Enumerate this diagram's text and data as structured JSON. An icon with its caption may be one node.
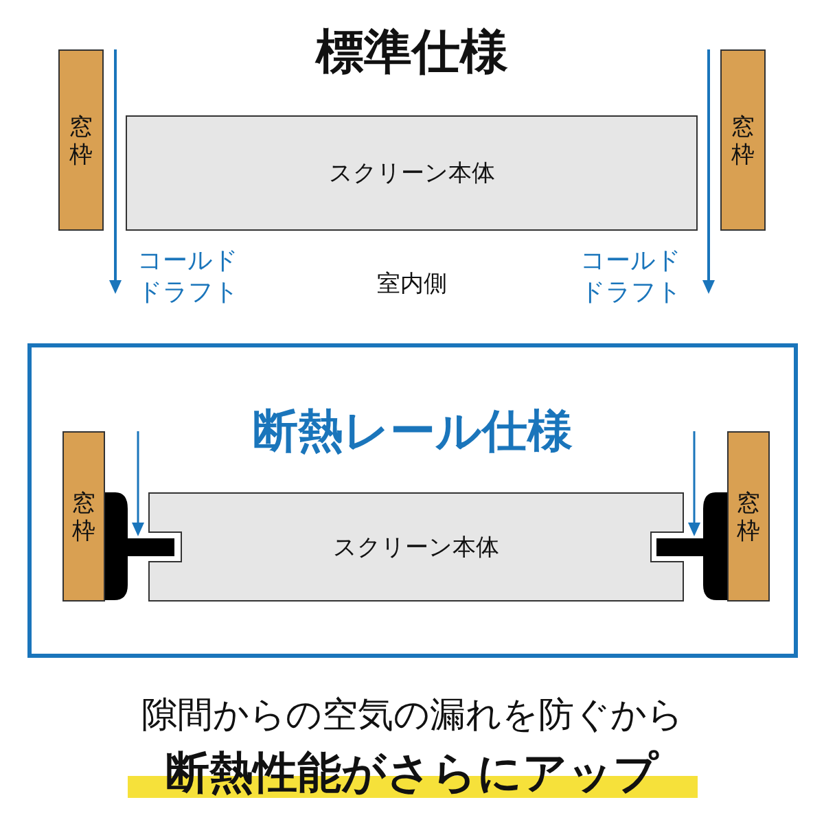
{
  "diagram": {
    "nodes": [
      {
        "text": [
          "窓枠"
        ]
      },
      {
        "text": [
          "スクリーン本体"
        ]
      },
      {
        "text": [
          "窓枠"
        ]
      },
      {
        "text": [
          "断熱レール仕様"
        ]
      },
      {
        "text": [
          "窓枠"
        ],
        "in": 3
      },
      {
        "text": [
          "スクリーン本体"
        ],
        "in": 3
      },
      {
        "text": [
          "窓枠"
        ],
        "in": 3
      }
    ],
    "edges": [],
    "labels": [
      "標準仕様",
      "コールドドラフト",
      "室内側",
      "コールドドラフト",
      "隙間からの空気の漏れを防ぐから",
      "断熱性能がさらにアップ"
    ]
  }
}
